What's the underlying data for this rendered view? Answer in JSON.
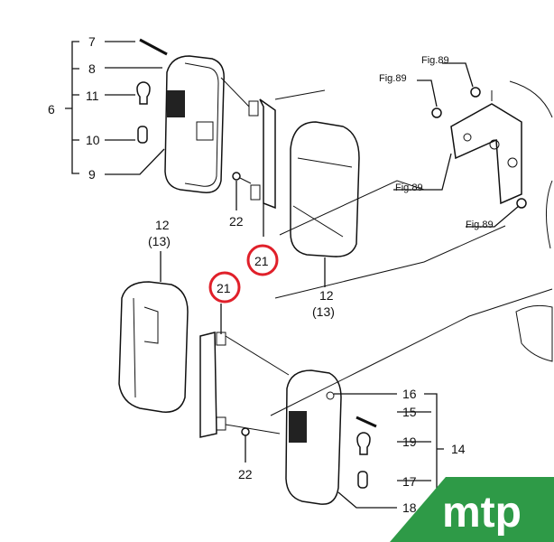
{
  "diagram": {
    "title": "Rear lamp assembly parts diagram",
    "callouts": {
      "c6": "6",
      "c7": "7",
      "c8": "8",
      "c11": "11",
      "c10": "10",
      "c9": "9",
      "c22a": "22",
      "c21a": "21",
      "c12a": "12",
      "c13a": "(13)",
      "c12b": "12",
      "c13b": "(13)",
      "c21b": "21",
      "c22b": "22",
      "c16": "16",
      "c15": "15",
      "c19": "19",
      "c14": "14",
      "c17": "17",
      "c18": "18",
      "fig1": "Fig.89",
      "fig2": "Fig.89",
      "fig3": "Fig.89",
      "fig4": "Fig.89"
    },
    "highlight_color": "#e0202a"
  },
  "logo": {
    "text": "mtp",
    "color": "#2e9a47"
  }
}
